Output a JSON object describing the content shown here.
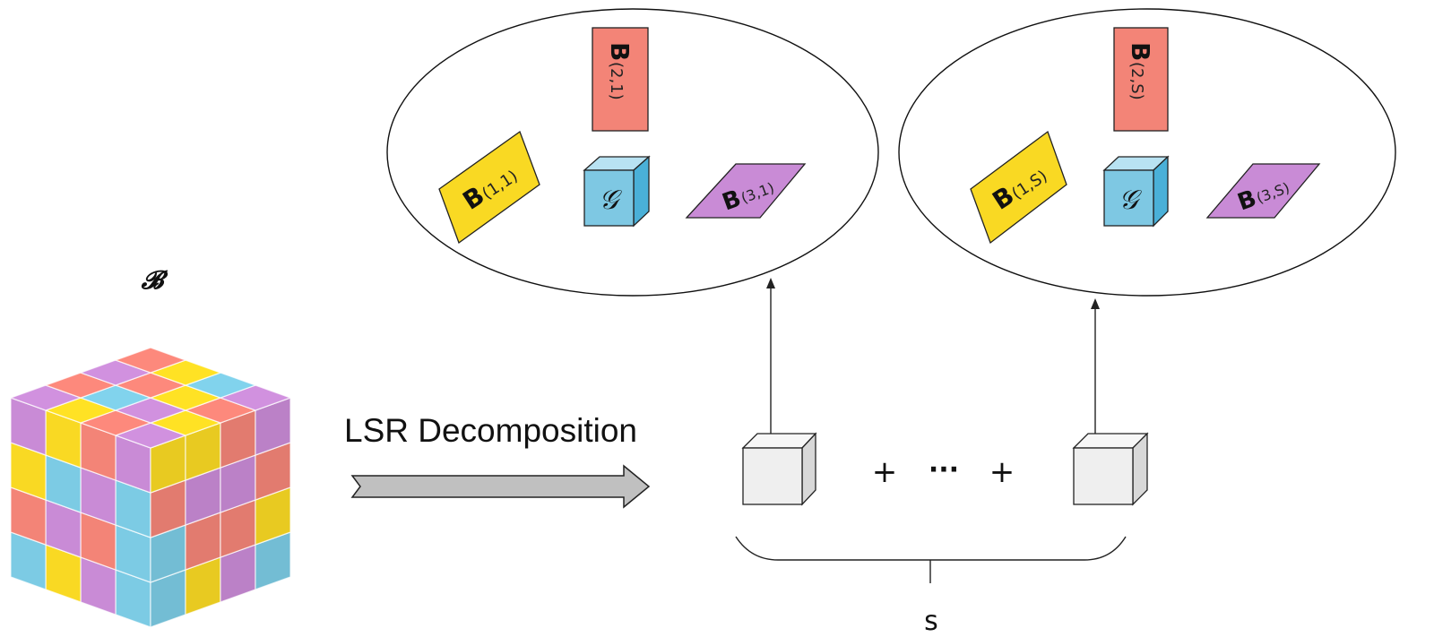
{
  "tensor": {
    "symbol": "𝓑",
    "colors": {
      "purple": "#c98bd6",
      "yellow": "#f9d923",
      "red": "#f38477",
      "blue": "#7ccbe4"
    }
  },
  "operation": {
    "label": "LSR Decomposition"
  },
  "groups": [
    {
      "id": "1",
      "factors": [
        {
          "main": "B",
          "sub": "(1,1)",
          "color": "#f9d923"
        },
        {
          "main": "B",
          "sub": "(2,1)",
          "color": "#f38477"
        },
        {
          "main": "B",
          "sub": "(3,1)",
          "color": "#c98bd6"
        }
      ],
      "core": {
        "symbol": "𝒢",
        "color": "#7ec8e3"
      }
    },
    {
      "id": "S",
      "factors": [
        {
          "main": "B",
          "sub": "(1,S)",
          "color": "#f9d923"
        },
        {
          "main": "B",
          "sub": "(2,S)",
          "color": "#f38477"
        },
        {
          "main": "B",
          "sub": "(3,S)",
          "color": "#c98bd6"
        }
      ],
      "core": {
        "symbol": "𝒢",
        "color": "#7ec8e3"
      }
    }
  ],
  "sum": {
    "plus1": "+",
    "ellipsis": "···",
    "plus2": "+",
    "count_label": "s"
  }
}
